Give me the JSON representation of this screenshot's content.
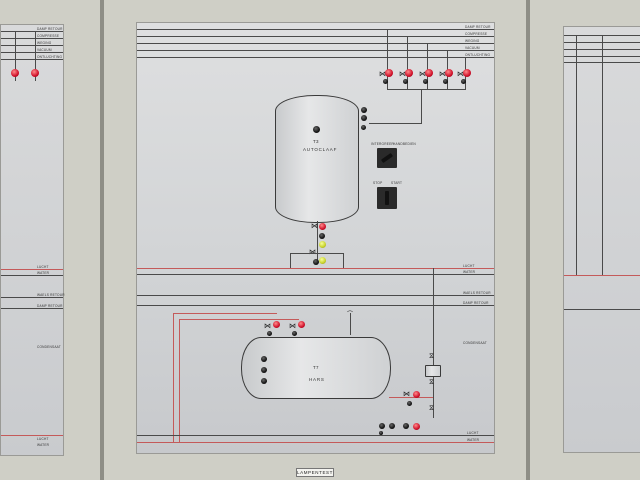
{
  "main_panel": {
    "top_lines": [
      "DAMP RETOUR",
      "COMPRESSE",
      "WEGING",
      "VACUUM",
      "ONTLUCHTING"
    ],
    "right_lines": [
      "LUCHT",
      "WATER",
      "WAELS RETOUR",
      "DAMP RETOUR",
      "CONDENSAAT",
      "LUCHT",
      "WATER"
    ],
    "autoclave": {
      "code": "T3",
      "name": "AUTOCLAAF"
    },
    "tank": {
      "code": "T7",
      "name": "HARS"
    },
    "switch1": {
      "label_left": "INTERGREER",
      "label_right": "HANDBEDIEN"
    },
    "switch2": {
      "label_left": "STOP",
      "label_right": "START"
    },
    "lamp_test_label": "LAMPENTEST"
  },
  "left_panel": {
    "top_lines": [
      "DAMP RETOUR",
      "COMPRESSE",
      "WEGING",
      "VACUUM",
      "ONTLUCHTING"
    ],
    "lower_lines": [
      "LUCHT",
      "WATER",
      "WAELS RETOUR",
      "DAMP RETOUR",
      "CONDENSAAT",
      "LUCHT",
      "WATER"
    ]
  },
  "colors": {
    "lamp_on": "#d0102a",
    "lamp_ready": "#c8d22a",
    "pipe_red": "#c45a5a",
    "line": "#4a4a4a"
  }
}
